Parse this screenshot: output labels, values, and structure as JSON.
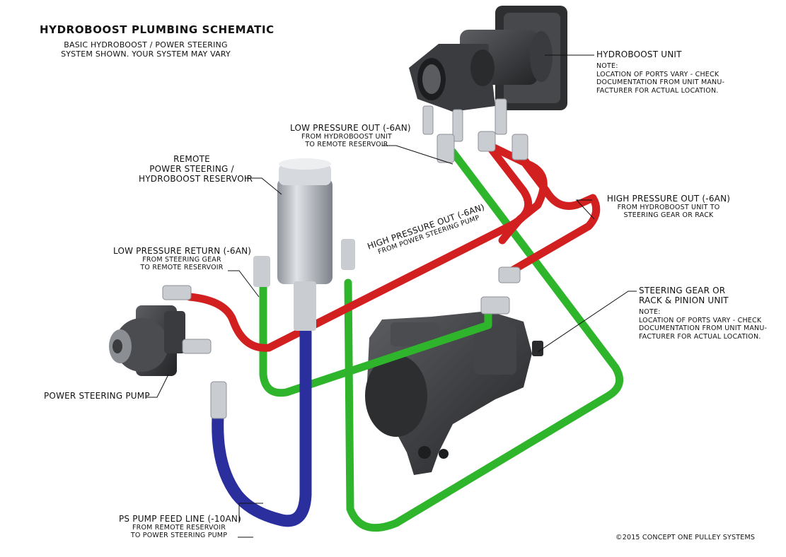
{
  "title": "HYDROBOOST PLUMBING SCHEMATIC",
  "subtitle": [
    "BASIC HYDROBOOST / POWER STEERING",
    "SYSTEM SHOWN. YOUR SYSTEM MAY VARY"
  ],
  "labels": {
    "hydroboost": {
      "title": "HYDROBOOST UNIT",
      "note": [
        "NOTE:",
        "LOCATION OF PORTS VARY - CHECK",
        "DOCUMENTATION FROM UNIT MANU-",
        "FACTURER FOR ACTUAL LOCATION."
      ]
    },
    "low_pressure_out": {
      "title": "LOW PRESSURE OUT (-6AN)",
      "desc": [
        "FROM HYDROBOOST UNIT",
        "TO REMOTE RESERVOIR"
      ]
    },
    "reservoir": {
      "title": [
        "REMOTE",
        "POWER STEERING /",
        "HYDROBOOST RESERVOIR"
      ]
    },
    "high_pressure_out_hb": {
      "title": "HIGH PRESSURE OUT (-6AN)",
      "desc": [
        "FROM HYDROBOOST UNIT TO",
        "STEERING GEAR OR RACK"
      ]
    },
    "low_pressure_return": {
      "title": "LOW PRESSURE RETURN (-6AN)",
      "desc": [
        "FROM STEERING GEAR",
        "TO REMOTE RESERVOIR"
      ]
    },
    "high_pressure_out_pump": {
      "title": "HIGH PRESSURE OUT (-6AN)",
      "desc": "FROM POWER STEERING PUMP"
    },
    "steering_gear": {
      "title": [
        "STEERING GEAR OR",
        "RACK & PINION UNIT"
      ],
      "note": [
        "NOTE:",
        "LOCATION OF PORTS VARY - CHECK",
        "DOCUMENTATION FROM UNIT MANU-",
        "FACTURER FOR ACTUAL LOCATION."
      ]
    },
    "pump": {
      "title": "POWER STEERING PUMP"
    },
    "feed_line": {
      "title": "PS PUMP FEED LINE (-10AN)",
      "desc": [
        "FROM REMOTE RESERVOIR",
        "TO POWER STEERING PUMP"
      ]
    }
  },
  "copyright": "©2015 CONCEPT ONE PULLEY SYSTEMS",
  "colors": {
    "high_pressure": "#d21f1f",
    "low_pressure": "#2fb52c",
    "feed_line": "#2b2f9e",
    "fitting": "#c9ccd1",
    "component": "#3c3d40",
    "reservoir": "#b8bdc4"
  }
}
